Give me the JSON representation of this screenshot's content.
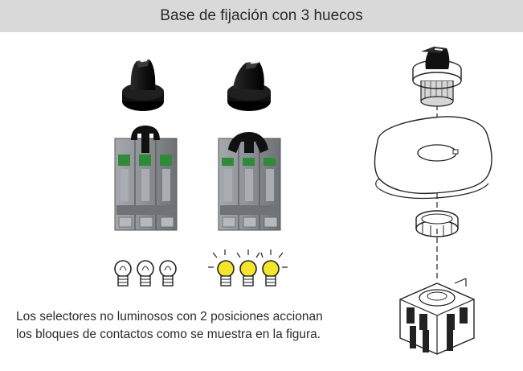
{
  "header": {
    "title": "Base de fijación con 3 huecos"
  },
  "caption": {
    "line1": "Los selectores no luminosos con 2 posiciones accionan",
    "line2": "los bloques de contactos como se muestra en la figura."
  },
  "figure": {
    "left_group": {
      "knob": "selector-knob",
      "contacts": 3,
      "bulbs": 3,
      "bulbs_lit": false
    },
    "right_group": {
      "knob": "selector-knob-rotated",
      "contacts": 3,
      "bulbs": 3,
      "bulbs_lit": true
    },
    "assembly": [
      "selector-head",
      "mounting-plate",
      "locking-ring",
      "contact-block-base"
    ]
  },
  "colors": {
    "header_bg": "#d9d9d9",
    "bulb_lit": "#f2e52b",
    "contact_green": "#2f8a3a",
    "block_grey": "#8c8f93"
  }
}
